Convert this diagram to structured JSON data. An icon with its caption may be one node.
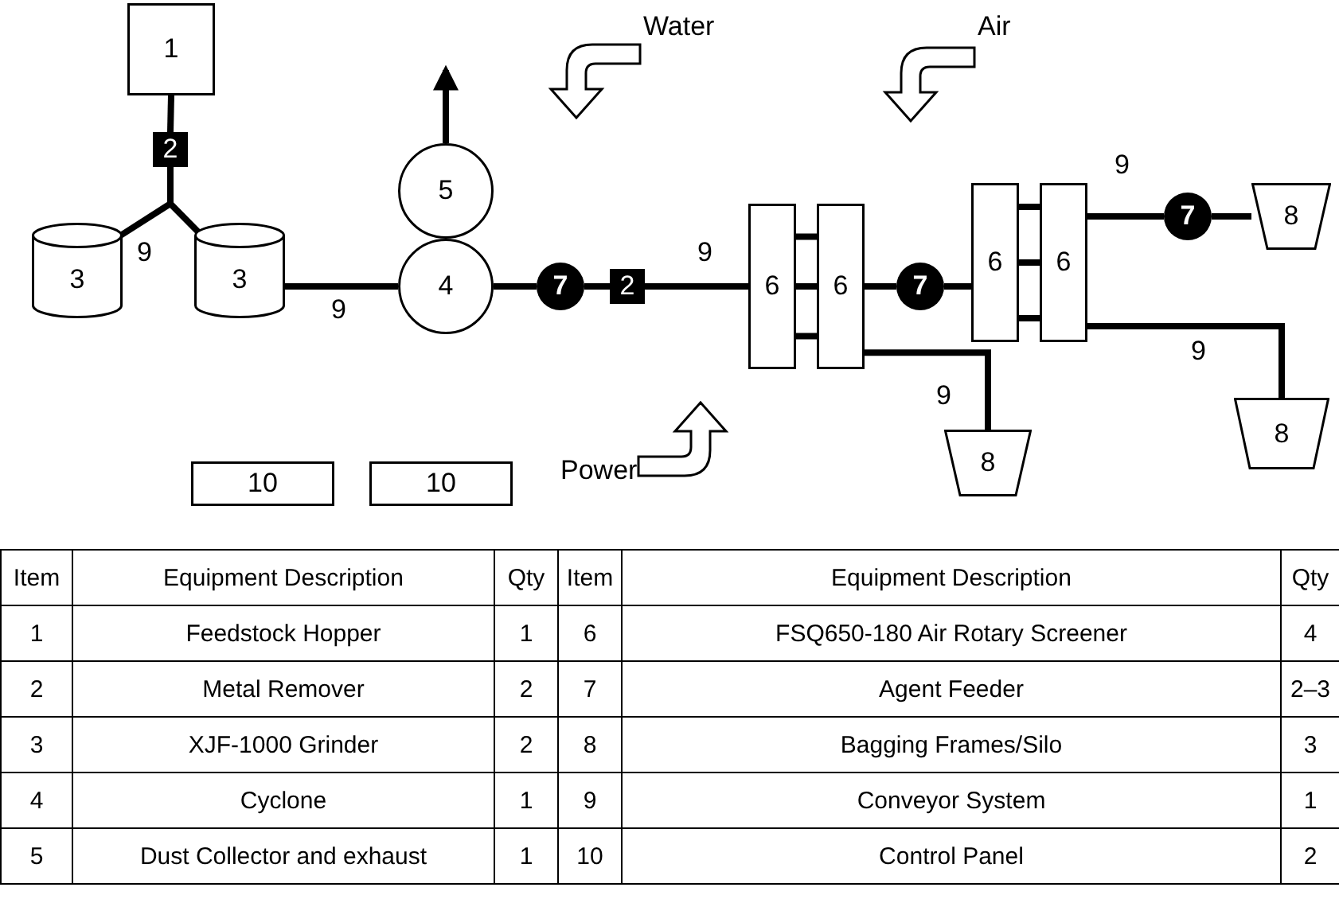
{
  "diagram": {
    "nodes": [
      {
        "text": [
          "1"
        ]
      },
      {
        "text": [
          "2"
        ]
      },
      {
        "text": [
          "3"
        ]
      },
      {
        "text": [
          "3"
        ]
      },
      {
        "text": [
          "4"
        ]
      },
      {
        "text": [
          "5"
        ]
      },
      {
        "text": [
          "7"
        ]
      },
      {
        "text": [
          "2"
        ]
      },
      {
        "text": [
          "6"
        ]
      },
      {
        "text": [
          "6"
        ]
      },
      {
        "text": [
          "7"
        ]
      },
      {
        "text": [
          "6"
        ]
      },
      {
        "text": [
          "6"
        ]
      },
      {
        "text": [
          "7"
        ]
      },
      {
        "text": [
          "8"
        ]
      },
      {
        "text": [
          "8"
        ]
      },
      {
        "text": [
          "8"
        ]
      },
      {
        "text": [
          "10"
        ]
      },
      {
        "text": [
          "10"
        ]
      },
      {
        "text": [],
        "shape": "arrow",
        "beside": [
          "Water"
        ]
      },
      {
        "text": [],
        "shape": "arrow",
        "beside": [
          "Air"
        ]
      },
      {
        "text": [],
        "shape": "arrow",
        "beside": [
          "Power"
        ]
      }
    ],
    "edges": [
      {
        "from": 0,
        "to": 1,
        "arrow": "none"
      },
      {
        "from": 1,
        "to": 2,
        "arrow": "none",
        "label": "9"
      },
      {
        "from": 1,
        "to": 3,
        "arrow": "none"
      },
      {
        "from": 3,
        "to": 4,
        "arrow": "none",
        "label": "9"
      },
      {
        "from": 5,
        "to": null,
        "arrow": "to"
      },
      {
        "from": 4,
        "to": 6,
        "arrow": "none"
      },
      {
        "from": 6,
        "to": 7,
        "arrow": "none"
      },
      {
        "from": 7,
        "to": 8,
        "arrow": "none",
        "label": "9"
      },
      {
        "from": 8,
        "to": 9,
        "arrow": "none"
      },
      {
        "from": 9,
        "to": 15,
        "arrow": "none",
        "label": "9"
      },
      {
        "from": 9,
        "to": 10,
        "arrow": "none"
      },
      {
        "from": 10,
        "to": 11,
        "arrow": "none"
      },
      {
        "from": 11,
        "to": 12,
        "arrow": "none"
      },
      {
        "from": 12,
        "to": 13,
        "arrow": "none",
        "label": "9"
      },
      {
        "from": 13,
        "to": 14,
        "arrow": "none"
      },
      {
        "from": 12,
        "to": 16,
        "arrow": "none",
        "label": "9"
      }
    ],
    "labels": [
      "Item",
      "Equipment Description",
      "Qty",
      "Item",
      "Equipment Description",
      "Qty",
      "1",
      "Feedstock Hopper",
      "1",
      "6",
      "FSQ650-180 Air Rotary Screener",
      "4",
      "2",
      "Metal Remover",
      "2",
      "7",
      "Agent Feeder",
      "2–3",
      "3",
      "XJF-1000 Grinder",
      "2",
      "8",
      "Bagging Frames/Silo",
      "3",
      "4",
      "Cyclone",
      "1",
      "9",
      "Conveyor System",
      "1",
      "5",
      "Dust Collector and exhaust",
      "1",
      "10",
      "Control Panel",
      "2"
    ]
  }
}
